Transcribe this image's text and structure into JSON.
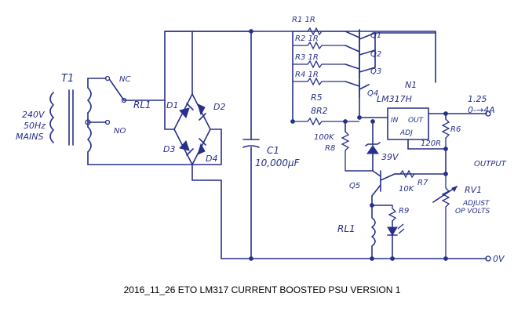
{
  "caption": "2016_11_26 ETO LM317 CURRENT BOOSTED PSU VERSION 1",
  "components": {
    "transformer": {
      "ref": "T1",
      "line1": "240V",
      "line2": "50Hz",
      "line3": "MAINS"
    },
    "relay_contacts": {
      "ref": "RL1",
      "nc": "NC",
      "no": "NO"
    },
    "bridge": {
      "d1": "D1",
      "d2": "D2",
      "d3": "D3",
      "d4": "D4"
    },
    "capacitor": {
      "ref": "C1",
      "value": "10,000μF"
    },
    "resistors": {
      "r1": "R1 1R",
      "r2": "R2 1R",
      "r3": "R3 1R",
      "r4": "R4 1R",
      "r5_ref": "R5",
      "r5_val": "8R2",
      "r8_val": "100K",
      "r8_ref": "R8",
      "r6_ref": "R6",
      "r6_val": "120R",
      "r7_val": "10K",
      "r7_ref": "R7",
      "r9_ref": "R9"
    },
    "transistors": {
      "q1": "Q1",
      "q2": "Q2",
      "q3": "Q3",
      "q4": "Q4",
      "q5": "Q5"
    },
    "regulator": {
      "ref": "N1",
      "part": "LM317H",
      "in": "IN",
      "out": "OUT",
      "adj": "ADJ"
    },
    "zener": {
      "value": "39V"
    },
    "relay_coil": {
      "ref": "RL1"
    },
    "pot": {
      "ref": "RV1",
      "line1": "ADJUST",
      "line2": "OP VOLTS"
    },
    "output": {
      "spec1": "1.25",
      "spec2": "0-→4A",
      "label": "OUTPUT",
      "ground": "0V"
    }
  }
}
